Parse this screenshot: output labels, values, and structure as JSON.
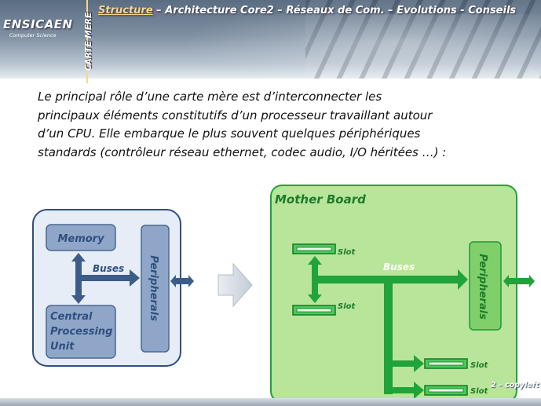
{
  "header": {
    "logo": "ENSICAEN",
    "logo_sub": "Computer Science",
    "section_label": "CARTE MERE",
    "breadcrumb_active": "Structure",
    "breadcrumb_rest": " – Architecture Core2 – Réseaux de Com. – Evolutions - Conseils"
  },
  "paragraph": "Le principal rôle d’une carte mère est d’interconnecter les\nprincipaux éléments constitutifs d’un processeur travaillant autour\nd’un CPU. Elle embarque le plus souvent quelques périphériques\nstandards (contrôleur réseau ethernet, codec audio, I/O héritées …) :",
  "left_diagram": {
    "memory": "Memory",
    "buses": "Buses",
    "cpu_line1": "Central",
    "cpu_line2": "Processing",
    "cpu_line3": "Unit",
    "peripherals": "Peripherals"
  },
  "right_diagram": {
    "title": "Mother Board",
    "buses": "Buses",
    "slot": "Slot",
    "peripherals": "Peripherals"
  },
  "footer": {
    "text": "2 – copyleft"
  },
  "colors": {
    "blue_fill": "#8fa6c8",
    "blue_dark": "#3e5c8a",
    "green_fill": "#b8e59a",
    "green_dark": "#21a33a"
  }
}
